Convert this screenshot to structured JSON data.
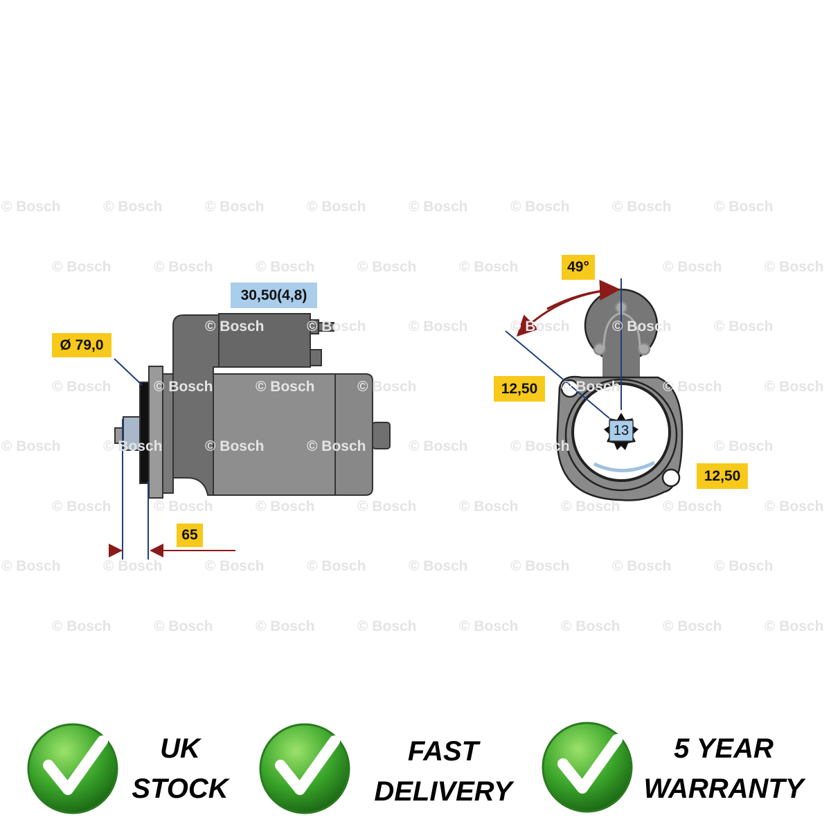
{
  "watermark": "© Bosch",
  "labels": {
    "diameter": "Ø 79,0",
    "solenoid": "30,50(4,8)",
    "length": "65",
    "angle": "49°",
    "hole_left": "12,50",
    "hole_right": "12,50",
    "teeth": "13"
  },
  "badges": [
    {
      "line1": "UK",
      "line2": "STOCK"
    },
    {
      "line1": "FAST",
      "line2": "DELIVERY"
    },
    {
      "line1": "5 YEAR",
      "line2": "WARRANTY"
    }
  ],
  "colors": {
    "label_yellow": "#f7c91a",
    "label_blue": "#a9cdea",
    "dimension_red": "#8b1a1a",
    "guide_blue": "#1f3f7a",
    "check_green": "#3aa52a"
  }
}
